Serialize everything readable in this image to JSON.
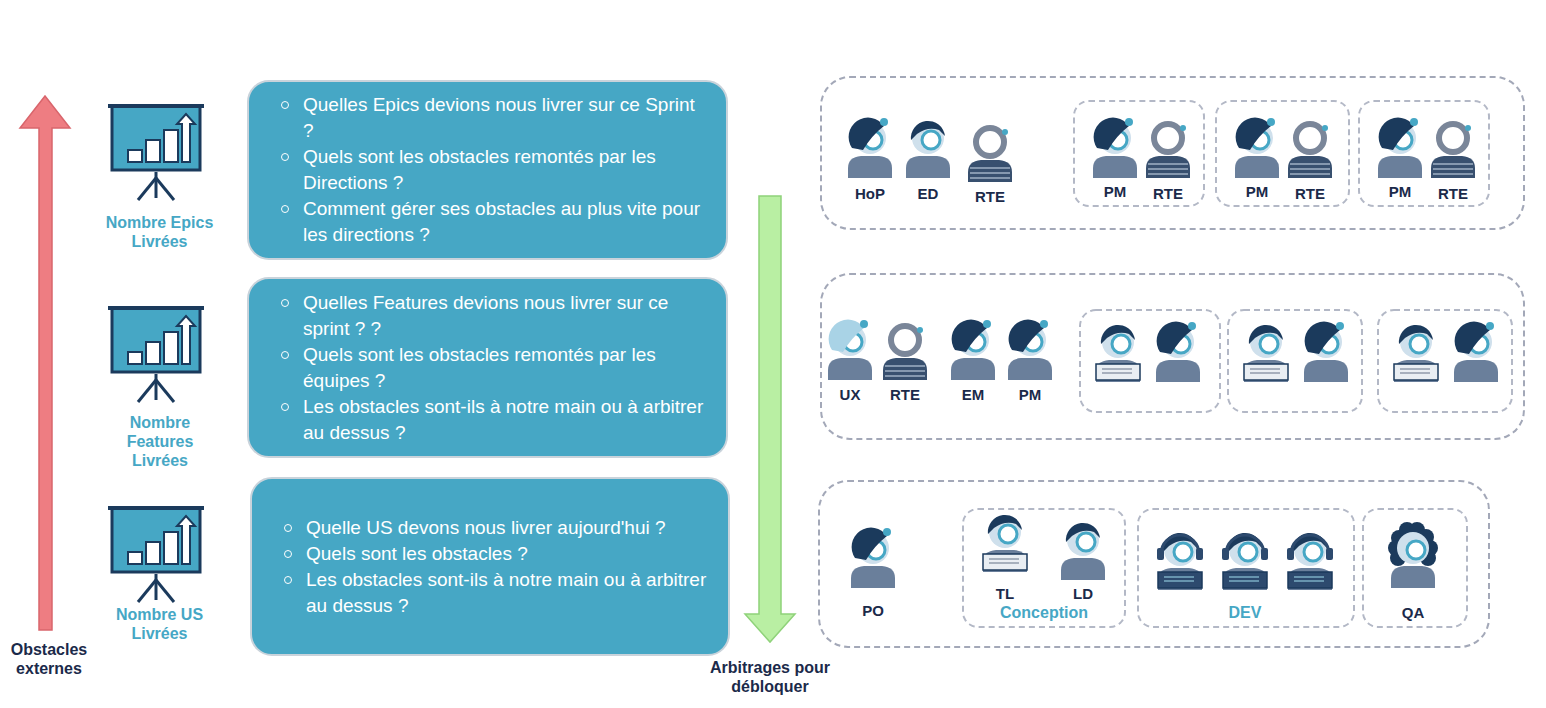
{
  "diagram": {
    "nodes": [
      {
        "text": [
          "Quelles Epics devions nous livrer sur ce Sprint ?",
          "Quels sont les obstacles remontés par les Directions ?",
          "Comment gérer ses obstacles au plus vite pour les directions ?"
        ]
      },
      {
        "text": [
          "Quelles Features devions nous livrer sur ce sprint ? ?",
          "Quels sont les obstacles remontés par les équipes ?",
          "Les obstacles sont-ils à notre main ou à arbitrer au dessus ?"
        ]
      },
      {
        "text": [
          "Quelle US devons nous livrer aujourd'hui ?",
          "Quels sont les obstacles ?",
          "Les obstacles sont-ils à notre main ou à arbitrer au dessus ?"
        ]
      },
      {
        "text": [
          "HoP",
          "ED",
          "RTE"
        ]
      },
      {
        "text": [
          "PM",
          "RTE"
        ],
        "in": 3
      },
      {
        "text": [
          "PM",
          "RTE"
        ],
        "in": 3
      },
      {
        "text": [
          "PM",
          "RTE"
        ],
        "in": 3
      },
      {
        "text": [
          "UX",
          "RTE",
          "EM",
          "PM"
        ]
      },
      {
        "text": [
          "PO"
        ]
      },
      {
        "text": [
          "TL",
          "LD",
          "Conception"
        ],
        "in": 8
      },
      {
        "text": [
          "DEV"
        ],
        "in": 8
      },
      {
        "text": [
          "QA"
        ],
        "in": 8
      }
    ],
    "labels": [
      "Nombre Epics Livrées",
      "Nombre Features Livrées",
      "Nombre US Livrées",
      "Obstacles externes",
      "Arbitrages pour débloquer"
    ]
  }
}
